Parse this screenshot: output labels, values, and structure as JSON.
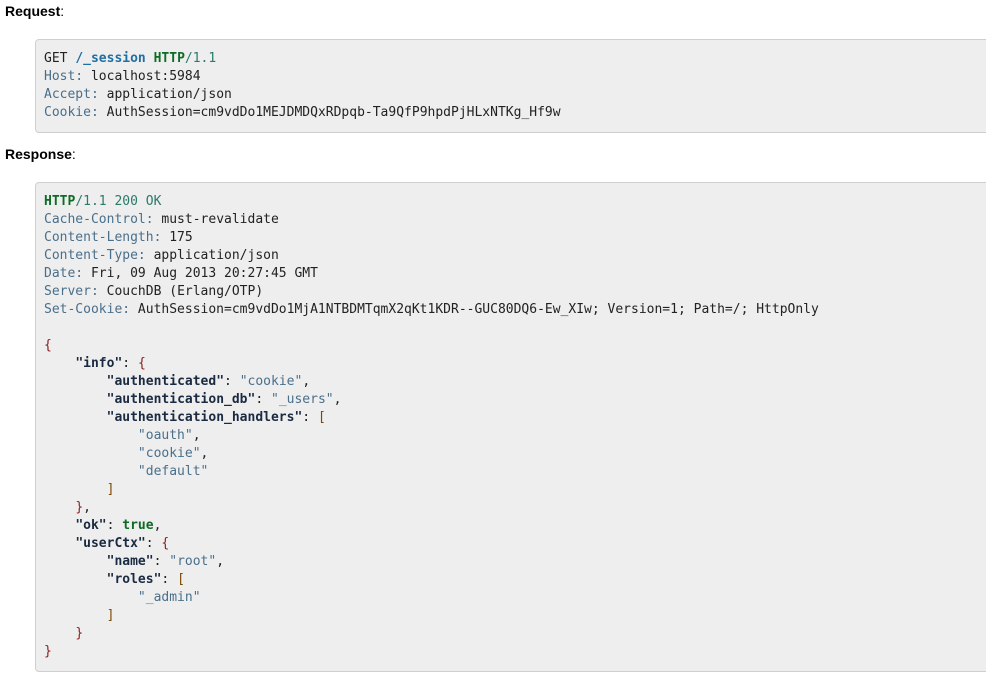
{
  "request": {
    "label": "Request",
    "lines": [
      [
        {
          "t": "GET ",
          "c": "txt"
        },
        {
          "t": "/_session",
          "c": "url"
        },
        {
          "t": " ",
          "c": "txt"
        },
        {
          "t": "HTTP",
          "c": "kw"
        },
        {
          "t": "/1.1",
          "c": "num"
        }
      ],
      [
        {
          "t": "Host:",
          "c": "hdr"
        },
        {
          "t": " localhost:5984",
          "c": "txt"
        }
      ],
      [
        {
          "t": "Accept:",
          "c": "hdr"
        },
        {
          "t": " application/json",
          "c": "txt"
        }
      ],
      [
        {
          "t": "Cookie:",
          "c": "hdr"
        },
        {
          "t": " AuthSession=cm9vdDo1MEJDMDQxRDpqb-Ta9QfP9hpdPjHLxNTKg_Hf9w",
          "c": "txt"
        }
      ]
    ]
  },
  "response": {
    "label": "Response",
    "lines": [
      [
        {
          "t": "HTTP",
          "c": "kw"
        },
        {
          "t": "/1.1 200 OK",
          "c": "num"
        }
      ],
      [
        {
          "t": "Cache-Control:",
          "c": "hdr"
        },
        {
          "t": " must-revalidate",
          "c": "txt"
        }
      ],
      [
        {
          "t": "Content-Length:",
          "c": "hdr"
        },
        {
          "t": " 175",
          "c": "txt"
        }
      ],
      [
        {
          "t": "Content-Type:",
          "c": "hdr"
        },
        {
          "t": " application/json",
          "c": "txt"
        }
      ],
      [
        {
          "t": "Date:",
          "c": "hdr"
        },
        {
          "t": " Fri, 09 Aug 2013 20:27:45 GMT",
          "c": "txt"
        }
      ],
      [
        {
          "t": "Server:",
          "c": "hdr"
        },
        {
          "t": " CouchDB (Erlang/OTP)",
          "c": "txt"
        }
      ],
      [
        {
          "t": "Set-Cookie:",
          "c": "hdr"
        },
        {
          "t": " AuthSession=cm9vdDo1MjA1NTBDMTqmX2qKt1KDR--GUC80DQ6-Ew_XIw; Version=1; Path=/; HttpOnly",
          "c": "txt"
        }
      ],
      [],
      [
        {
          "t": "{",
          "c": "brace"
        }
      ],
      [
        {
          "t": "    ",
          "c": "txt"
        },
        {
          "t": "\"info\"",
          "c": "key"
        },
        {
          "t": ": ",
          "c": "txt"
        },
        {
          "t": "{",
          "c": "brace"
        }
      ],
      [
        {
          "t": "        ",
          "c": "txt"
        },
        {
          "t": "\"authenticated\"",
          "c": "key"
        },
        {
          "t": ": ",
          "c": "txt"
        },
        {
          "t": "\"cookie\"",
          "c": "str"
        },
        {
          "t": ",",
          "c": "txt"
        }
      ],
      [
        {
          "t": "        ",
          "c": "txt"
        },
        {
          "t": "\"authentication_db\"",
          "c": "key"
        },
        {
          "t": ": ",
          "c": "txt"
        },
        {
          "t": "\"_users\"",
          "c": "str"
        },
        {
          "t": ",",
          "c": "txt"
        }
      ],
      [
        {
          "t": "        ",
          "c": "txt"
        },
        {
          "t": "\"authentication_handlers\"",
          "c": "key"
        },
        {
          "t": ": ",
          "c": "txt"
        },
        {
          "t": "[",
          "c": "brack"
        }
      ],
      [
        {
          "t": "            ",
          "c": "txt"
        },
        {
          "t": "\"oauth\"",
          "c": "str"
        },
        {
          "t": ",",
          "c": "txt"
        }
      ],
      [
        {
          "t": "            ",
          "c": "txt"
        },
        {
          "t": "\"cookie\"",
          "c": "str"
        },
        {
          "t": ",",
          "c": "txt"
        }
      ],
      [
        {
          "t": "            ",
          "c": "txt"
        },
        {
          "t": "\"default\"",
          "c": "str"
        }
      ],
      [
        {
          "t": "        ",
          "c": "txt"
        },
        {
          "t": "]",
          "c": "brack"
        }
      ],
      [
        {
          "t": "    ",
          "c": "txt"
        },
        {
          "t": "}",
          "c": "brace"
        },
        {
          "t": ",",
          "c": "txt"
        }
      ],
      [
        {
          "t": "    ",
          "c": "txt"
        },
        {
          "t": "\"ok\"",
          "c": "key"
        },
        {
          "t": ": ",
          "c": "txt"
        },
        {
          "t": "true",
          "c": "lit"
        },
        {
          "t": ",",
          "c": "txt"
        }
      ],
      [
        {
          "t": "    ",
          "c": "txt"
        },
        {
          "t": "\"userCtx\"",
          "c": "key"
        },
        {
          "t": ": ",
          "c": "txt"
        },
        {
          "t": "{",
          "c": "brace"
        }
      ],
      [
        {
          "t": "        ",
          "c": "txt"
        },
        {
          "t": "\"name\"",
          "c": "key"
        },
        {
          "t": ": ",
          "c": "txt"
        },
        {
          "t": "\"root\"",
          "c": "str"
        },
        {
          "t": ",",
          "c": "txt"
        }
      ],
      [
        {
          "t": "        ",
          "c": "txt"
        },
        {
          "t": "\"roles\"",
          "c": "key"
        },
        {
          "t": ": ",
          "c": "txt"
        },
        {
          "t": "[",
          "c": "brack"
        }
      ],
      [
        {
          "t": "            ",
          "c": "txt"
        },
        {
          "t": "\"_admin\"",
          "c": "str"
        }
      ],
      [
        {
          "t": "        ",
          "c": "txt"
        },
        {
          "t": "]",
          "c": "brack"
        }
      ],
      [
        {
          "t": "    ",
          "c": "txt"
        },
        {
          "t": "}",
          "c": "brace"
        }
      ],
      [
        {
          "t": "}",
          "c": "brace"
        }
      ]
    ]
  }
}
